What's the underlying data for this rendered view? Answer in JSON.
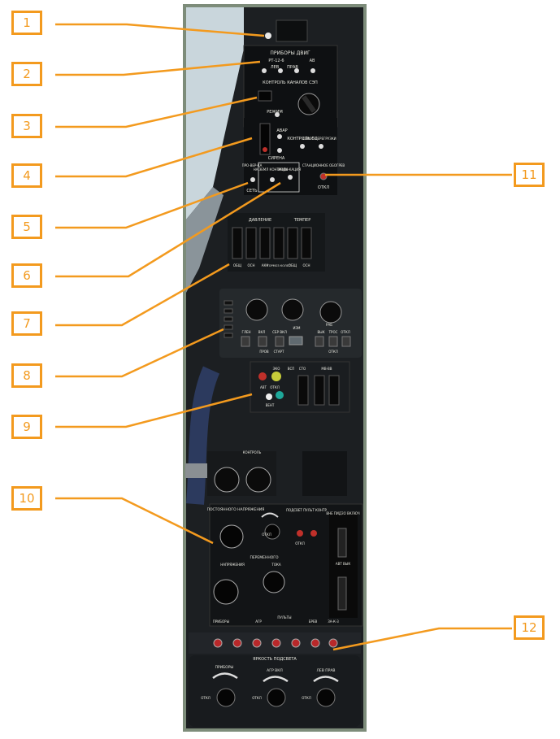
{
  "callouts": [
    "1",
    "2",
    "3",
    "4",
    "5",
    "6",
    "7",
    "8",
    "9",
    "10",
    "11",
    "12"
  ],
  "colors": {
    "accent": "#f39a1e",
    "panel": "#1e2124",
    "panelDark": "#141618",
    "frame": "#7a8a78",
    "label": "#e8e8e0"
  },
  "panel": {
    "instruments_header": "ПРИБОРЫ ДВИГ",
    "sub_header": "РТ-12-6",
    "channel_labels": [
      "ЛЕВ",
      "ПРАВ",
      "АВ"
    ],
    "channel_control": "КОНТРОЛЬ КАНАЛОВ СЭП",
    "mode_label": "РЕЖИМ",
    "indicator_labels": [
      "АВАР",
      "КОНТРОЛЬ БЦ",
      "СБРОС ПЕРЕГРУЗКИ"
    ],
    "sirena_header": "СИРЕНА",
    "sirena_labels": [
      "ПРО-ВЕР-КА",
      "НА ЗЕМЛ КОНТРОЛЬ",
      "ИНДИ-КАЦИЯ",
      "СЕТЬ"
    ],
    "standby_header": "СТАНЦИОННОЕ ОБОГРЕВ",
    "standby_off": "ОТКЛ",
    "pressure_header": "ДАВЛЕНИЕ",
    "temp_header": "ТЕМПЕР",
    "gauge_labels": [
      "ОБЩ",
      "ОСН",
      "АКК",
      "ТОРМОЗ КОЛЕС",
      "ОБЩ",
      "ОСН"
    ],
    "block8_labels": [
      "ГЛЕН",
      "ВКЛ",
      "СБР ВКЛ",
      "ИЗМ",
      "ВЫК",
      "ТРОС",
      "ОТКЛ"
    ],
    "block8_buttons": [
      "ПРОВ",
      "СТАРТ",
      "РАБ",
      "ОТКЛ"
    ],
    "block9_labels": [
      "ЭКО",
      "ВСП",
      "СТО",
      "МВ-ВВ"
    ],
    "block9_buttons": [
      "АВТ",
      "ОТКЛ"
    ],
    "block9_main": "ВЕНТ",
    "control_header": "КОНТРОЛЬ",
    "dc_header": "ПОСТОЯННОГО НАПРЯЖЕНИЯ",
    "backlight_header": "ПОДСВЕТ ПУЛЬТ КОНТР",
    "ac_header": "ПЕРЕМЕННОГО",
    "voltage_label": "НАПРЯЖЕНИЯ",
    "current_label": "ТОКА",
    "off_label": "ОТКЛ",
    "right_column": [
      "ВНЕ ПИДЗО ВКЛЮЧ",
      "АВТ ВЫК"
    ],
    "bottom_labels": [
      "ПРИБОРЫ",
      "АГР",
      "ПУЛЬТЫ",
      "БРЕВ",
      "ЗА-К-3"
    ],
    "brightness_header": "ЯРКОСТЬ ПОДСВЕТА",
    "brightness_labels": [
      "ПРИБОРЫ",
      "АГР ВКЛ",
      "ЛЕВ ПРАВ"
    ],
    "knob_labels": [
      "ОТКЛ",
      "ОТКЛ",
      "ОТКЛ"
    ]
  }
}
